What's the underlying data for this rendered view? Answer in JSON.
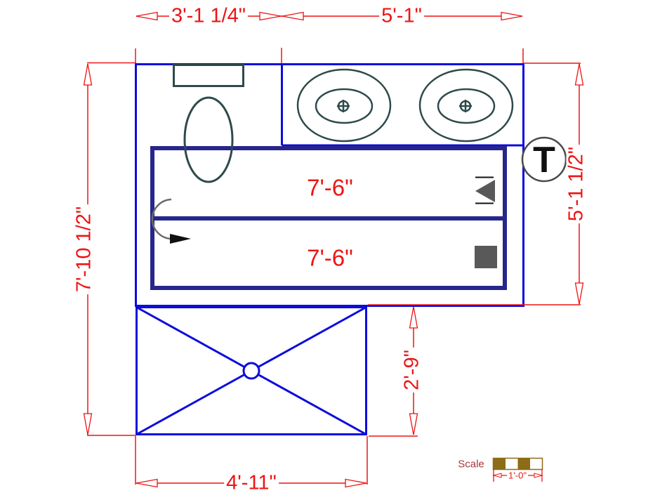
{
  "drawing": {
    "title": "bathroom-floor-plan",
    "dimensions": {
      "top_left": "3'-1 1/4\"",
      "top_right": "5'-1\"",
      "left_overall": "7'-10 1/2\"",
      "right_upper": "5'-1 1/2\"",
      "shower_depth": "2'-9\"",
      "shower_width": "4'-11\"",
      "vanity_top": "7'-6\"",
      "vanity_bottom": "7'-6\""
    },
    "symbols": {
      "thermostat": "T"
    },
    "scale": {
      "label": "Scale",
      "unit": "1'-0\""
    },
    "colors": {
      "wall_blue": "#0c0cdd",
      "cabinet_navy": "#26268c",
      "fixture_teal": "#2e4a4a",
      "dimension_red": "#ed1414",
      "scale_brown": "#8d6c17",
      "scale_label_red": "#aa3939",
      "symbol_gray": "#595959"
    }
  }
}
